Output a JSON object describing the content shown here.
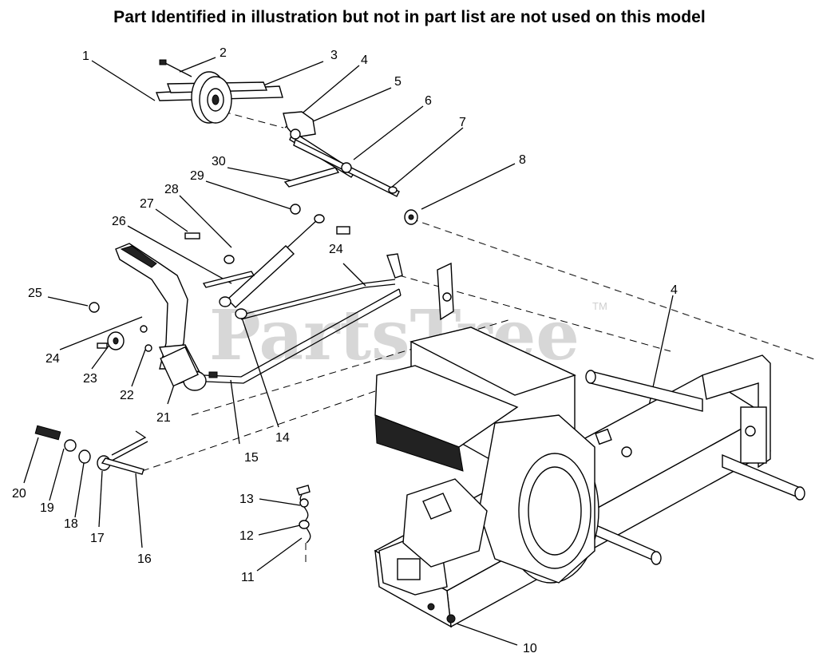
{
  "header": {
    "notice": "Part Identified in illustration but not in part list are not used on this model"
  },
  "watermark": {
    "text": "PartsTree",
    "trademark": "TM"
  },
  "callouts": [
    {
      "id": "c1",
      "label": "1"
    },
    {
      "id": "c2",
      "label": "2"
    },
    {
      "id": "c3",
      "label": "3"
    },
    {
      "id": "c4a",
      "label": "4"
    },
    {
      "id": "c5",
      "label": "5"
    },
    {
      "id": "c6",
      "label": "6"
    },
    {
      "id": "c7",
      "label": "7"
    },
    {
      "id": "c8",
      "label": "8"
    },
    {
      "id": "c30",
      "label": "30"
    },
    {
      "id": "c29",
      "label": "29"
    },
    {
      "id": "c28",
      "label": "28"
    },
    {
      "id": "c27",
      "label": "27"
    },
    {
      "id": "c26",
      "label": "26"
    },
    {
      "id": "c24a",
      "label": "24"
    },
    {
      "id": "c25",
      "label": "25"
    },
    {
      "id": "c24b",
      "label": "24"
    },
    {
      "id": "c23",
      "label": "23"
    },
    {
      "id": "c22",
      "label": "22"
    },
    {
      "id": "c21",
      "label": "21"
    },
    {
      "id": "c15",
      "label": "15"
    },
    {
      "id": "c14",
      "label": "14"
    },
    {
      "id": "c4b",
      "label": "4"
    },
    {
      "id": "c20",
      "label": "20"
    },
    {
      "id": "c19",
      "label": "19"
    },
    {
      "id": "c18",
      "label": "18"
    },
    {
      "id": "c17",
      "label": "17"
    },
    {
      "id": "c16",
      "label": "16"
    },
    {
      "id": "c13",
      "label": "13"
    },
    {
      "id": "c12",
      "label": "12"
    },
    {
      "id": "c11",
      "label": "11"
    },
    {
      "id": "c10",
      "label": "10"
    }
  ]
}
